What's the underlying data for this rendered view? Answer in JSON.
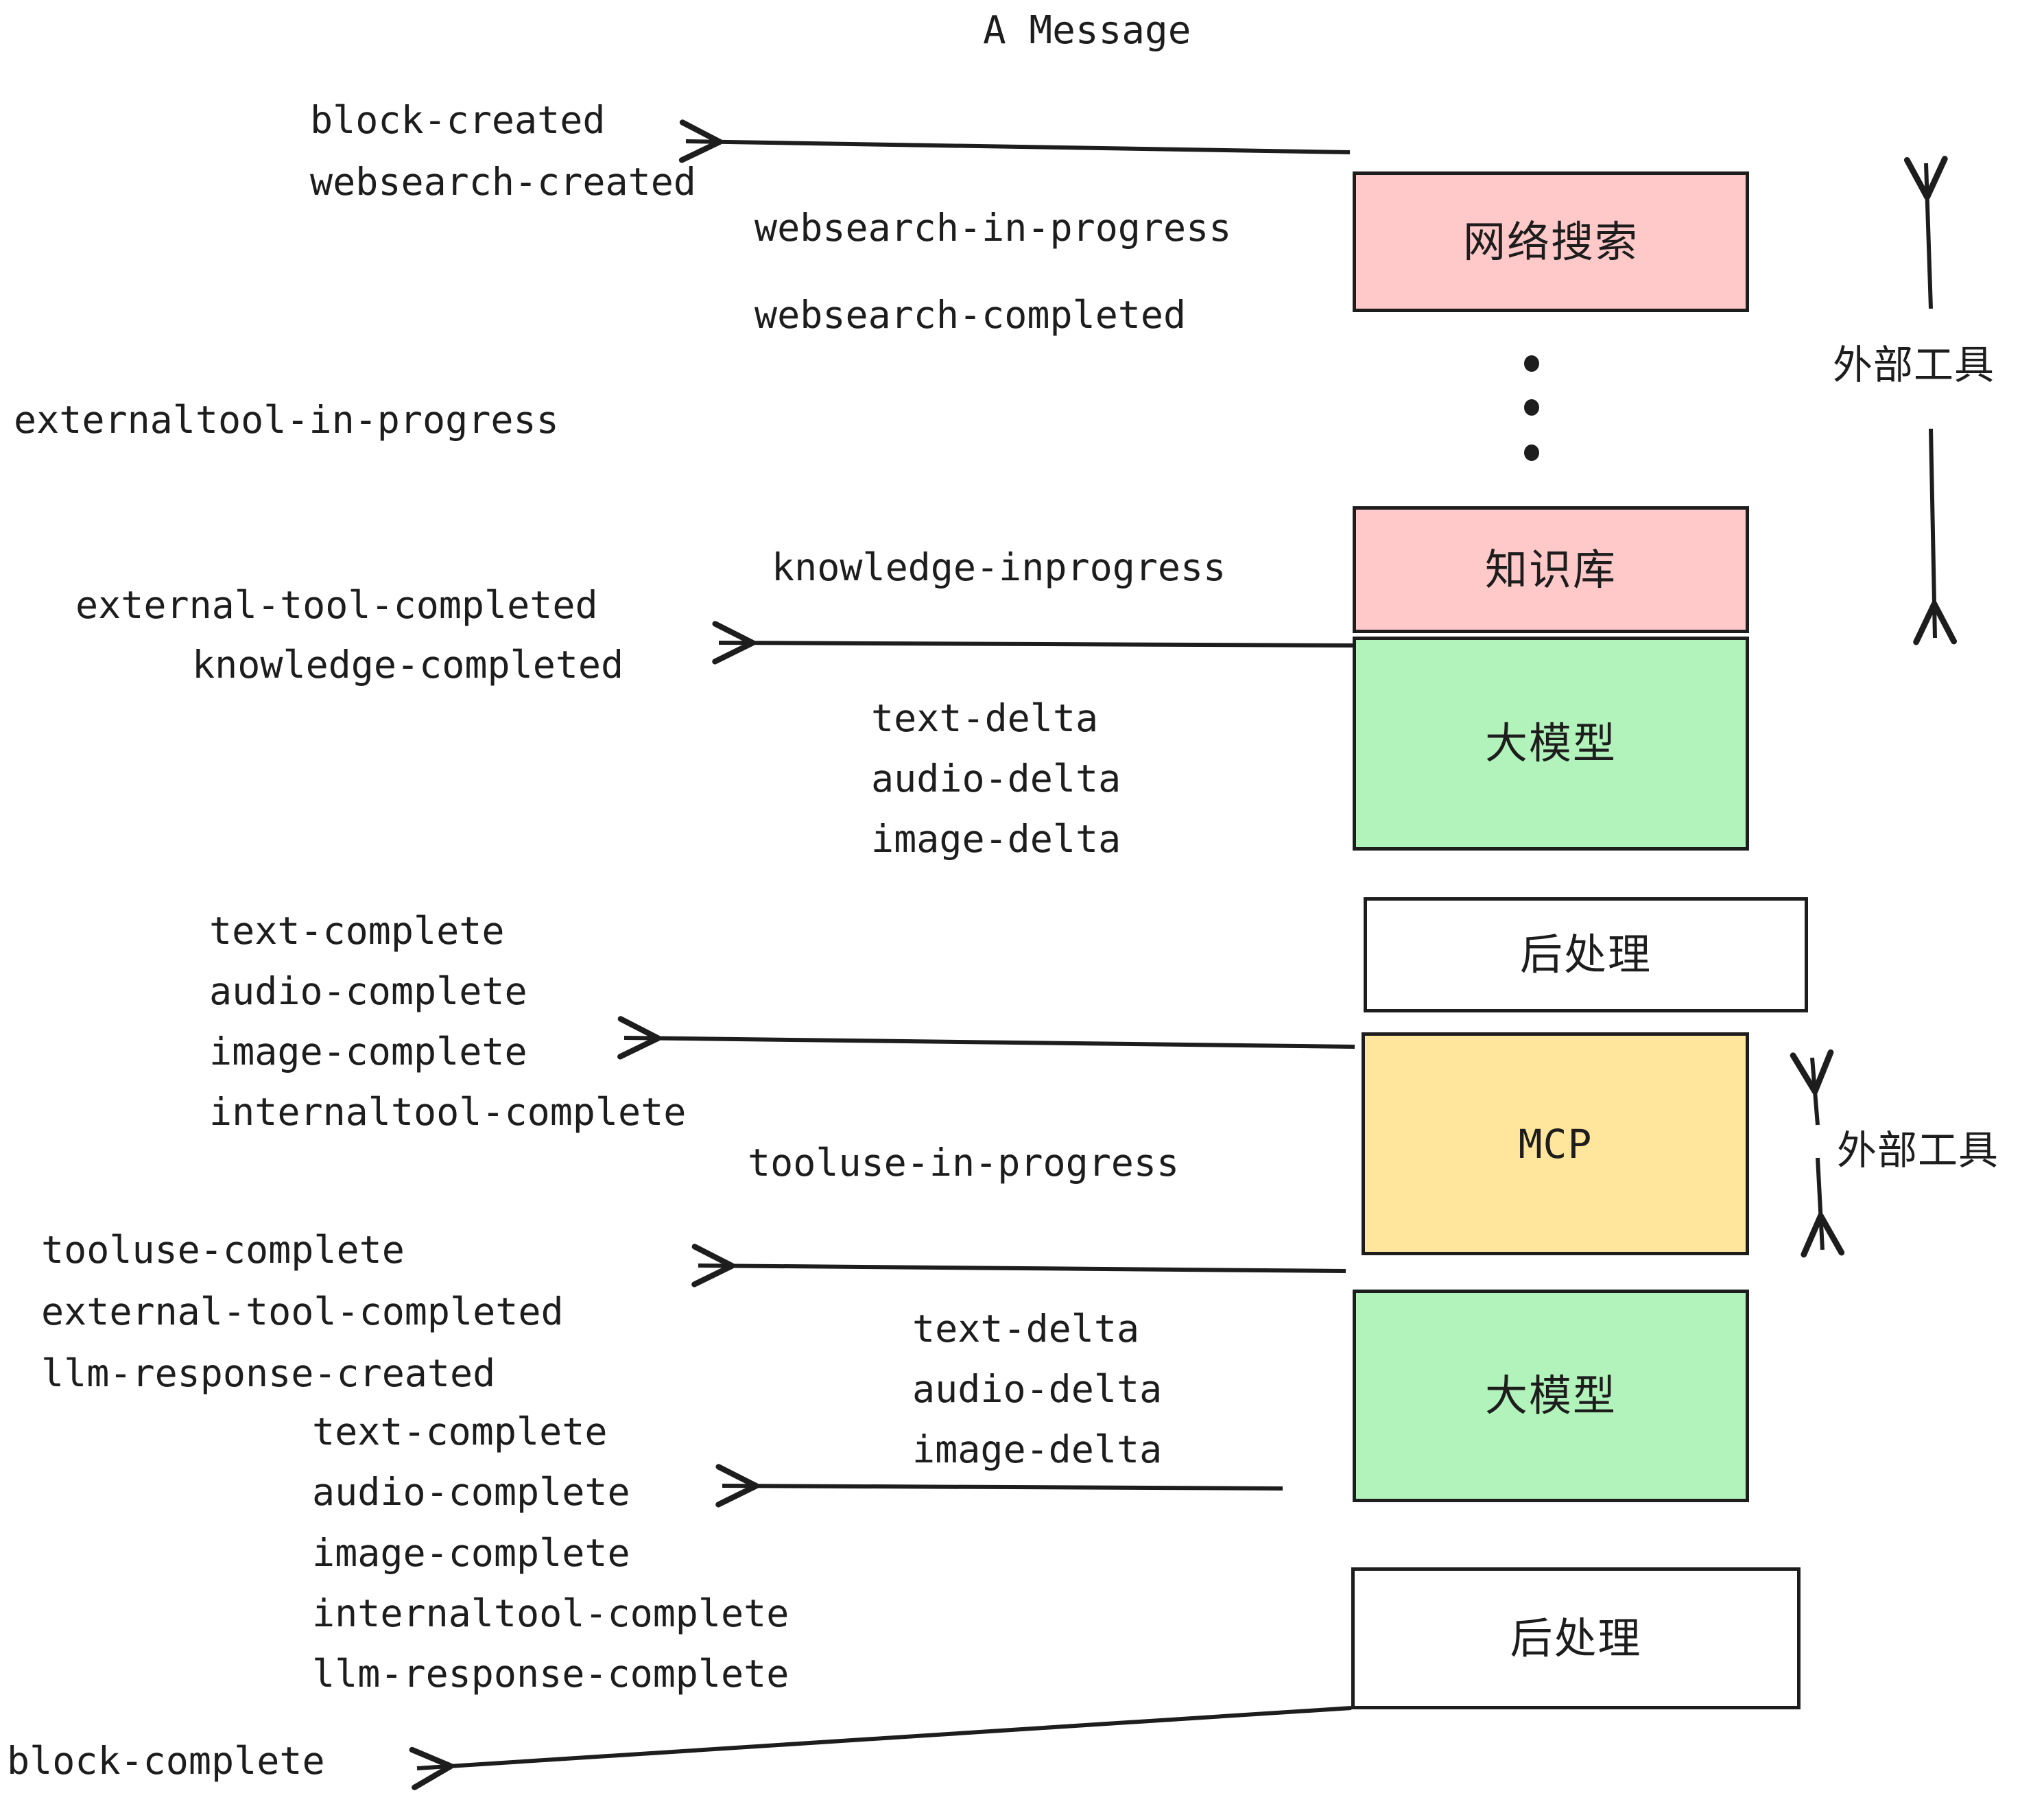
{
  "title": "A Message",
  "colors": {
    "pink": "#ffc9c9",
    "green": "#b2f2bb",
    "yellow": "#ffe69c",
    "white": "#ffffff",
    "stroke": "#1d1d1d",
    "background": "#ffffff"
  },
  "boxes": {
    "websearch": "网络搜索",
    "knowledge": "知识库",
    "llm_1": "大模型",
    "postprocess_1": "后处理",
    "mcp": "MCP",
    "llm_2": "大模型",
    "postprocess_2": "后处理"
  },
  "group_labels": {
    "external_tool_top": "外部工具",
    "external_tool_bottom": "外部工具"
  },
  "events": {
    "block_created": "block-created",
    "websearch_created": "websearch-created",
    "websearch_in_progress": "websearch-in-progress",
    "websearch_completed": "websearch-completed",
    "externaltool_in_progress": "externaltool-in-progress",
    "knowledge_inprogress": "knowledge-inprogress",
    "external_tool_completed_1": "external-tool-completed",
    "knowledge_completed": "knowledge-completed",
    "text_delta_1": "text-delta",
    "audio_delta_1": "audio-delta",
    "image_delta_1": "image-delta",
    "text_complete_1": "text-complete",
    "audio_complete_1": "audio-complete",
    "image_complete_1": "image-complete",
    "internaltool_complete_1": "internaltool-complete",
    "tooluse_in_progress": "tooluse-in-progress",
    "tooluse_complete": "tooluse-complete",
    "external_tool_completed_2": "external-tool-completed",
    "llm_response_created": "llm-response-created",
    "text_delta_2": "text-delta",
    "audio_delta_2": "audio-delta",
    "image_delta_2": "image-delta",
    "text_complete_2": "text-complete",
    "audio_complete_2": "audio-complete",
    "image_complete_2": "image-complete",
    "internaltool_complete_2": "internaltool-complete",
    "llm_response_complete": "llm-response-complete",
    "block_complete": "block-complete"
  },
  "ellipsis": "⋮"
}
